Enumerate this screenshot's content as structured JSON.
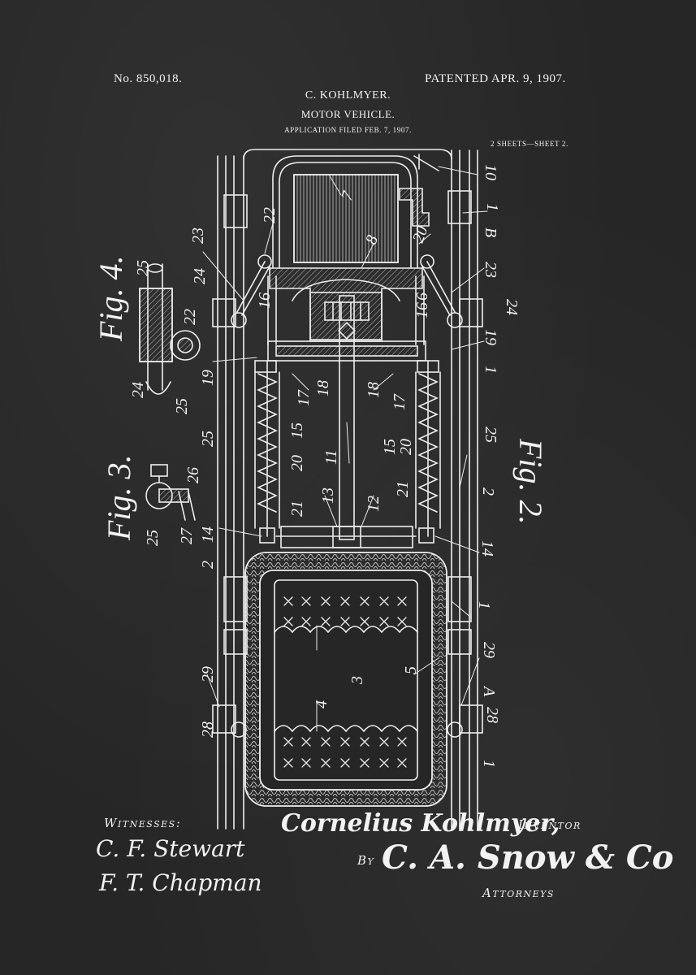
{
  "header": {
    "patent_no": "No. 850,018.",
    "patented": "PATENTED APR. 9, 1907.",
    "inventor_name": "C. KOHLMYER.",
    "title": "MOTOR VEHICLE.",
    "application": "APPLICATION FILED FEB. 7, 1907.",
    "sheets": "2 SHEETS—SHEET 2."
  },
  "figures": {
    "fig2": "Fig. 2.",
    "fig3": "Fig. 3.",
    "fig4": "Fig. 4."
  },
  "ref_labels": {
    "l1": "1",
    "l2": "2",
    "l3": "3",
    "l4": "4",
    "l5": "5",
    "l6": "6",
    "l7": "7",
    "l8": "8",
    "l10": "10",
    "l11": "11",
    "l12": "12",
    "l13": "13",
    "l14": "14",
    "l15": "15",
    "l16": "16",
    "l17": "17",
    "l18": "18",
    "l19": "19",
    "l20": "20",
    "l21": "21",
    "l22": "22",
    "l23": "23",
    "l24": "24",
    "l25": "25",
    "l26": "26",
    "l27": "27",
    "l28": "28",
    "l29": "29",
    "lA": "A",
    "lB": "B"
  },
  "footer": {
    "witnesses_label": "Witnesses:",
    "witness1": "C. F. Stewart",
    "witness2": "F. T. Chapman",
    "inventor_signature": "Cornelius Kohlmyer,",
    "inventor_label": "Inventor",
    "by_label": "By",
    "attorney_signature": "C. A. Snow & Co",
    "attorneys_label": "Attorneys"
  }
}
